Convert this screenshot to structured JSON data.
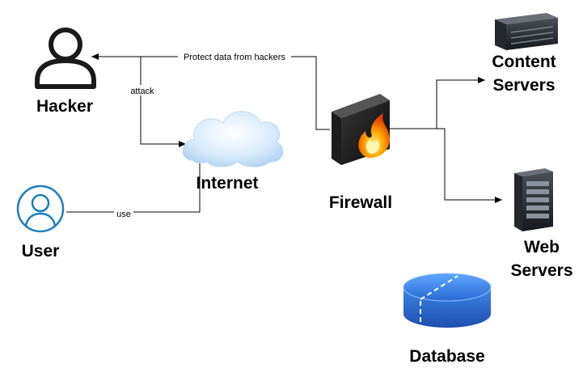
{
  "nodes": {
    "hacker": {
      "label": "Hacker",
      "icon": "person-outline-icon"
    },
    "user": {
      "label": "User",
      "icon": "user-circle-icon"
    },
    "internet": {
      "label": "Internet",
      "icon": "cloud-icon"
    },
    "firewall": {
      "label": "Firewall",
      "icon": "firewall-icon"
    },
    "content_servers": {
      "label_line1": "Content",
      "label_line2": "Servers",
      "icon": "server-rack-icon"
    },
    "web_servers": {
      "label_line1": "Web",
      "label_line2": "Servers",
      "icon": "server-tower-icon"
    },
    "database": {
      "label": "Database",
      "icon": "database-cylinder-icon"
    }
  },
  "edges": {
    "protect": {
      "label": "Protect data from hackers"
    },
    "attack": {
      "label": "attack"
    },
    "use": {
      "label": "use"
    }
  },
  "colors": {
    "user_icon": "#1a7fc1",
    "cloud": "#cfe5f7",
    "database": "#2f6fd6",
    "firewall_flame": "#ff8a00"
  }
}
